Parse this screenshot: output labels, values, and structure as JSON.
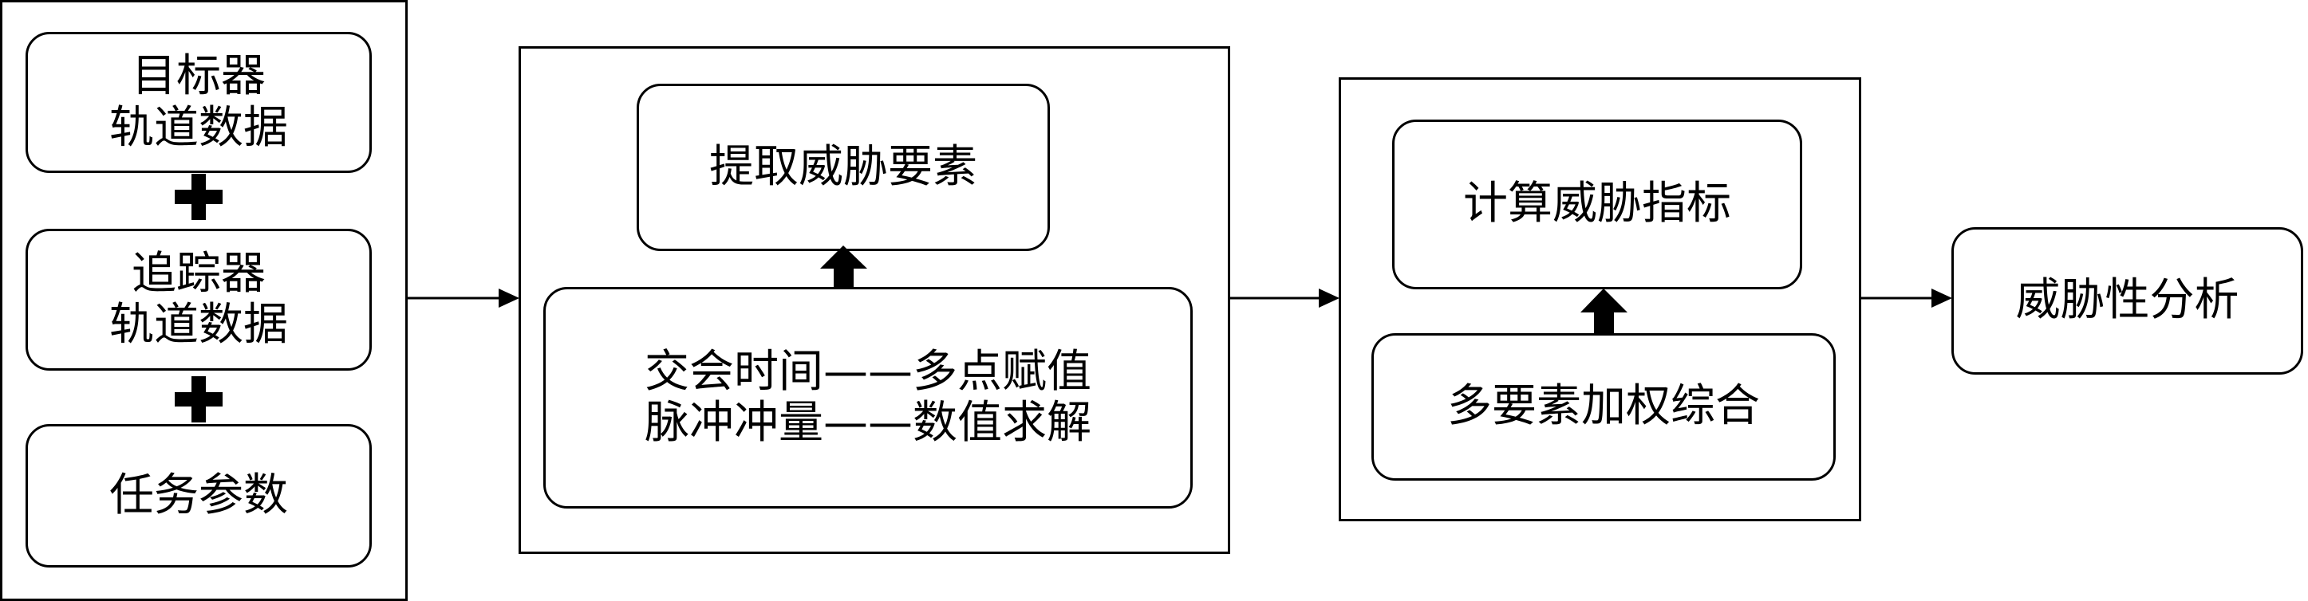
{
  "inputs": {
    "target_orbit": [
      "目标器",
      "轨道数据"
    ],
    "chaser_orbit": [
      "追踪器",
      "轨道数据"
    ],
    "mission_params": "任务参数"
  },
  "stage1": {
    "extract": "提取威胁要素",
    "methods": [
      "交会时间——多点赋值",
      "脉冲冲量——数值求解"
    ]
  },
  "stage2": {
    "compute": "计算威胁指标",
    "weighting": "多要素加权综合"
  },
  "output": "威胁性分析"
}
